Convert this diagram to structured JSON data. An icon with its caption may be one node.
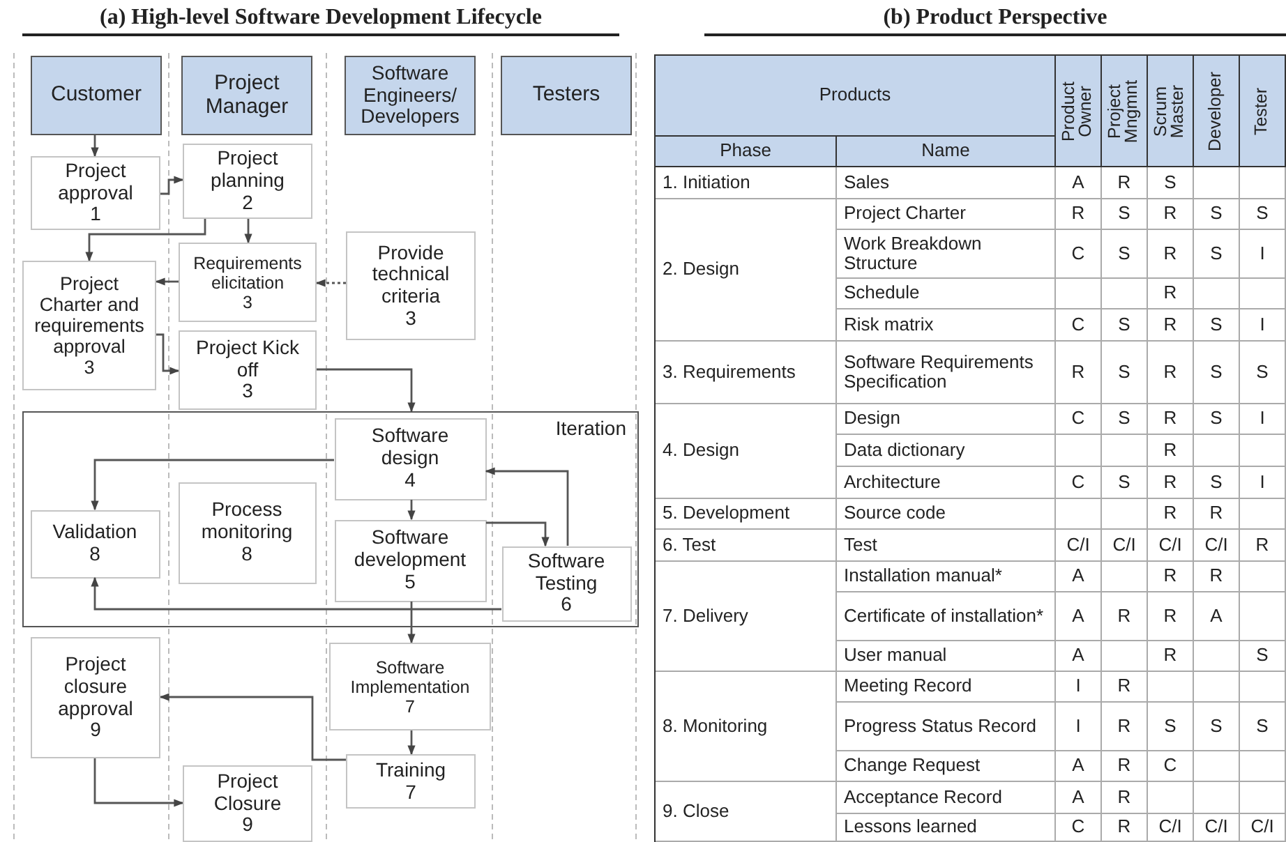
{
  "diagram": {
    "title": "(a) High-level Software Development Lifecycle",
    "nodes": [
      {
        "text": [
          "Customer"
        ]
      },
      {
        "text": [
          "Project Manager"
        ]
      },
      {
        "text": [
          "Software Engineers/ Developers"
        ]
      },
      {
        "text": [
          "Testers"
        ]
      },
      {
        "text": [
          "Project approval",
          "1"
        ]
      },
      {
        "text": [
          "Project planning",
          "2"
        ]
      },
      {
        "text": [
          "Requirements elicitation",
          "3"
        ]
      },
      {
        "text": [
          "Provide technical criteria",
          "3"
        ]
      },
      {
        "text": [
          "Project Charter and requirements approval",
          "3"
        ]
      },
      {
        "text": [
          "Project Kick off",
          "3"
        ]
      },
      {
        "text": [
          "Iteration"
        ]
      },
      {
        "text": [
          "Software design",
          "4"
        ],
        "in": 10
      },
      {
        "text": [
          "Validation",
          "8"
        ],
        "in": 10
      },
      {
        "text": [
          "Process monitoring",
          "8"
        ],
        "in": 10
      },
      {
        "text": [
          "Software development",
          "5"
        ],
        "in": 10
      },
      {
        "text": [
          "Software Testing",
          "6"
        ],
        "in": 10
      },
      {
        "text": [
          "Software Implementation",
          "7"
        ]
      },
      {
        "text": [
          "Project closure approval",
          "9"
        ]
      },
      {
        "text": [
          "Training",
          "7"
        ]
      },
      {
        "text": [
          "Project Closure",
          "9"
        ]
      }
    ],
    "edges": [
      {
        "from": 0,
        "to": 4,
        "arrow": "to"
      },
      {
        "from": 4,
        "to": 5,
        "arrow": "to"
      },
      {
        "from": 5,
        "to": 6,
        "arrow": "to"
      },
      {
        "from": 5,
        "to": 8,
        "arrow": "to"
      },
      {
        "from": 6,
        "to": 8,
        "arrow": "to"
      },
      {
        "from": 7,
        "to": 6,
        "arrow": "to",
        "style": "dashed"
      },
      {
        "from": 8,
        "to": 9,
        "arrow": "to"
      },
      {
        "from": 9,
        "to": 10,
        "arrow": "to"
      },
      {
        "from": 11,
        "to": 12,
        "arrow": "to"
      },
      {
        "from": 11,
        "to": 14,
        "arrow": "to"
      },
      {
        "from": 14,
        "to": 15,
        "arrow": "to"
      },
      {
        "from": 15,
        "to": 11,
        "arrow": "to"
      },
      {
        "from": 15,
        "to": 12,
        "arrow": "to"
      },
      {
        "from": 14,
        "to": 16,
        "arrow": "to"
      },
      {
        "from": 16,
        "to": 18,
        "arrow": "to"
      },
      {
        "from": 18,
        "to": 17,
        "arrow": "to"
      },
      {
        "from": 17,
        "to": 19,
        "arrow": "to"
      }
    ],
    "labels": [
      "(b) Product Perspective",
      "Products",
      "Product Owner",
      "Project Mngmnt",
      "Scrum Master",
      "Developer",
      "Tester",
      "Phase",
      "Name",
      "1. Initiation",
      "Sales",
      "A",
      "R",
      "S",
      "2. Design",
      "Project Charter",
      "R",
      "S",
      "R",
      "S",
      "S",
      "Work Breakdown Structure",
      "C",
      "S",
      "R",
      "S",
      "I",
      "Schedule",
      "R",
      "Risk matrix",
      "C",
      "S",
      "R",
      "S",
      "I",
      "3. Requirements",
      "Software Requirements Specification",
      "R",
      "S",
      "R",
      "S",
      "S",
      "4. Design",
      "Design",
      "C",
      "S",
      "R",
      "S",
      "I",
      "Data dictionary",
      "R",
      "Architecture",
      "C",
      "S",
      "R",
      "S",
      "I",
      "5. Development",
      "Source code",
      "R",
      "R",
      "6. Test",
      "Test",
      "C/I",
      "C/I",
      "C/I",
      "C/I",
      "R",
      "7. Delivery",
      "Installation manual*",
      "A",
      "R",
      "R",
      "Certificate of installation*",
      "A",
      "R",
      "R",
      "A",
      "User manual",
      "A",
      "R",
      "S",
      "8. Monitoring",
      "Meeting Record",
      "I",
      "R",
      "Progress Status Record",
      "I",
      "R",
      "S",
      "S",
      "S",
      "Change Request",
      "A",
      "R",
      "C",
      "9. Close",
      "Acceptance Record",
      "A",
      "R",
      "Lessons learned",
      "C",
      "R",
      "C/I",
      "C/I",
      "C/I"
    ]
  }
}
